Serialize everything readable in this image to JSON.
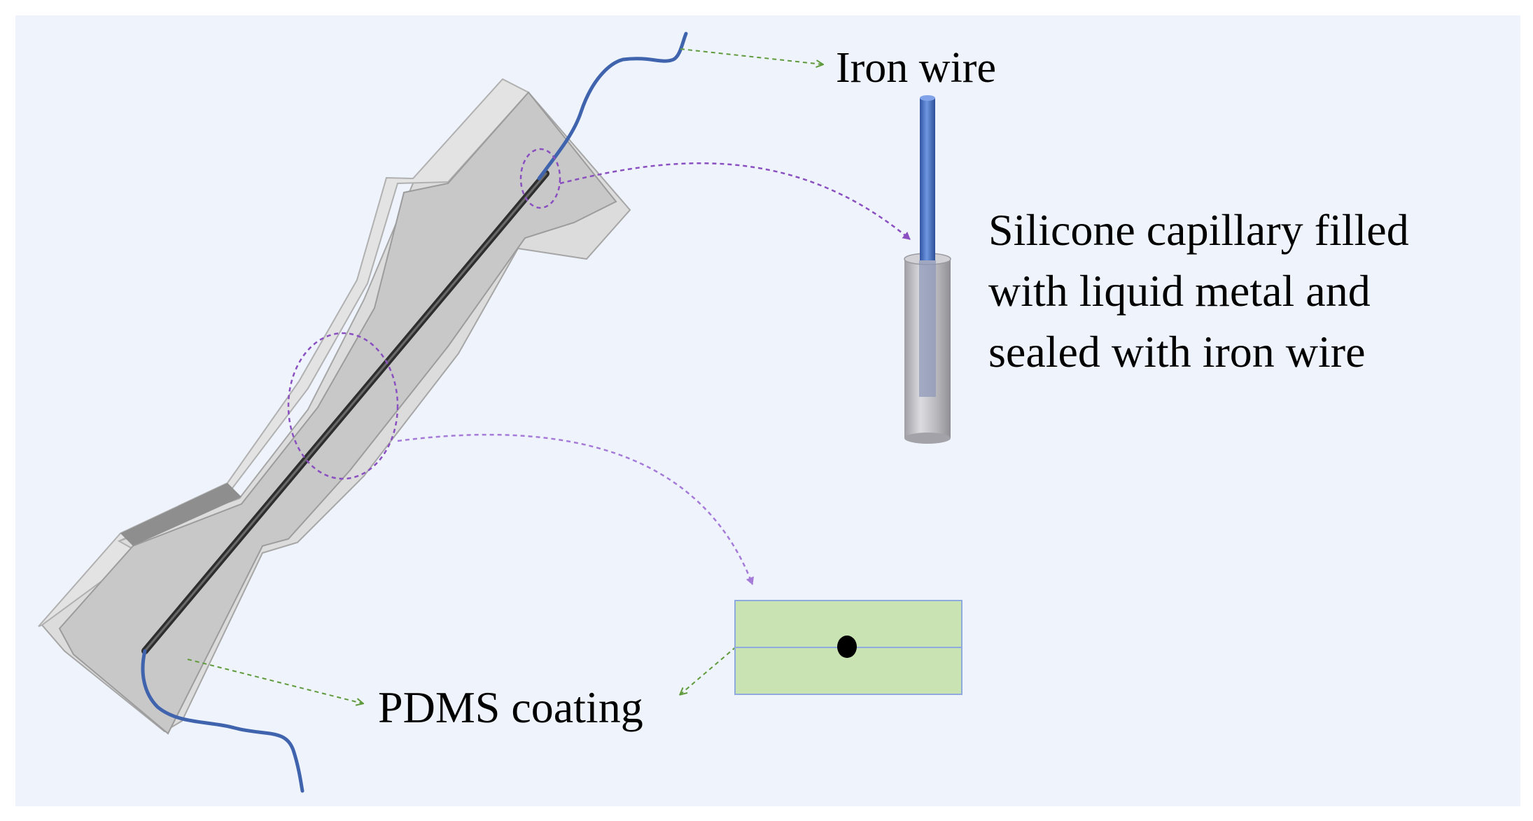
{
  "labels": {
    "iron_wire": "Iron wire",
    "capillary_line1": "Silicone capillary filled",
    "capillary_line2": "with liquid metal and",
    "capillary_line3": "sealed with iron wire",
    "pdms": "PDMS coating"
  },
  "colors": {
    "background": "#eef3fc",
    "wire": "#3f63ad",
    "specimen_top": "#c6c6c6",
    "specimen_side": "#dedede",
    "specimen_edge": "#9a9a9a",
    "channel": "#3a3a3a",
    "cross_section_fill": "#c9e3b2",
    "cross_section_border": "#8eaadf",
    "arrow_green": "#5f9a3c",
    "arrow_purple": "#8a4fc0",
    "capillary_tube": "#b4b4b8",
    "wire_rod": "#4a74c8"
  }
}
